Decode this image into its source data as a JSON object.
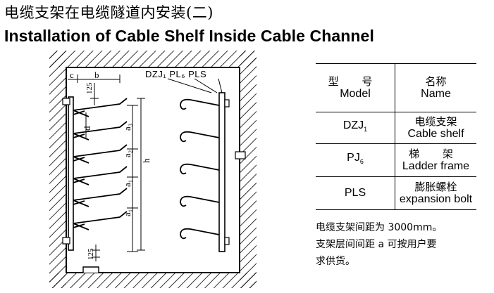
{
  "title": {
    "cn": "电缆支架在电缆隧道内安装(二)",
    "en": "Installation of Cable Shelf Inside Cable Channel"
  },
  "drawing": {
    "labels": {
      "c": "c",
      "b": "b",
      "dim_125_top": "125",
      "d": "d",
      "a3": "a₃",
      "a2": "a₂",
      "h": "h",
      "a1_upper": "a₁",
      "a1_lower": "a₁",
      "dim_125_bottom": "125",
      "callout": "DZJ₁ PL₆ PLS"
    }
  },
  "table": {
    "header": {
      "model_cn": "型 号",
      "model_en": "Model",
      "name_cn": "名称",
      "name_en": "Name"
    },
    "rows": [
      {
        "model": "DZJ",
        "model_sub": "1",
        "name_cn": "电缆支架",
        "name_en": "Cable shelf"
      },
      {
        "model": "PJ",
        "model_sub": "6",
        "name_cn": "梯 架",
        "name_en": "Ladder frame"
      },
      {
        "model": "PLS",
        "model_sub": "",
        "name_cn": "膨胀螺栓",
        "name_en": "expansion bolt"
      }
    ]
  },
  "notes": {
    "line1": "电缆支架间距为 3000mm。",
    "line2": "支架层间间距 a 可按用户要",
    "line3": "求供货。"
  }
}
